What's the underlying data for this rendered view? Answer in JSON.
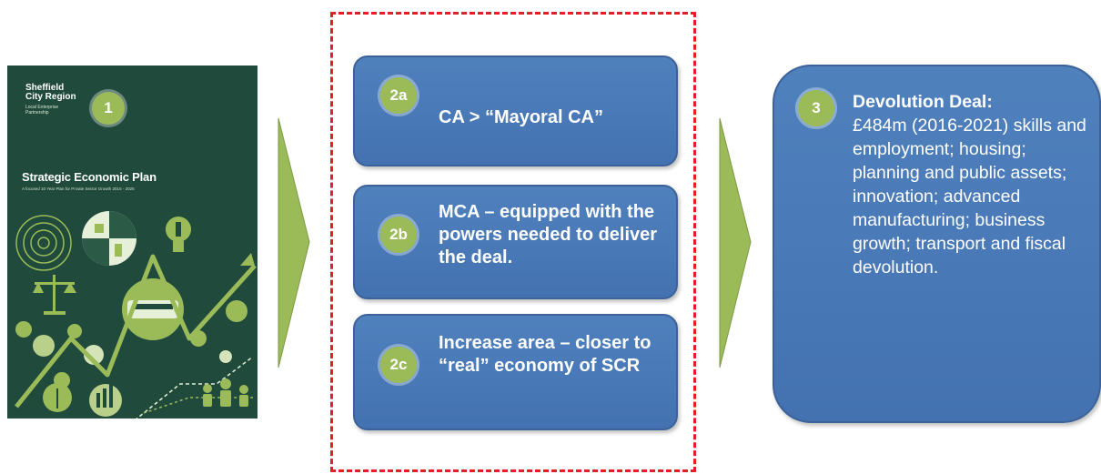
{
  "cover": {
    "brand_line1": "Sheffield",
    "brand_line2": "City Region",
    "brand_sub": "Local Enterprise Partnership",
    "title": "Strategic Economic Plan",
    "subtitle": "A focused 10 Year Plan for Private Sector Growth 2015 - 2025",
    "step": "1"
  },
  "middle": {
    "items": [
      {
        "step": "2a",
        "label": "CA > “Mayoral CA”"
      },
      {
        "step": "2b",
        "label": "MCA – equipped with the powers needed to deliver the deal."
      },
      {
        "step": "2c",
        "label": "Increase area – closer to “real” economy of SCR"
      }
    ]
  },
  "deal": {
    "step": "3",
    "heading": "Devolution Deal:",
    "body": "£484m (2016-2021) skills and employment; housing; planning and public assets; innovation; advanced manufacturing; business growth; transport and fiscal devolution."
  },
  "colors": {
    "box_blue": "#4f81bd",
    "badge_green": "#9bbb59",
    "arrow_green": "#9bbb59",
    "dash_red": "#e31e24",
    "cover_green": "#1f4a3c"
  }
}
